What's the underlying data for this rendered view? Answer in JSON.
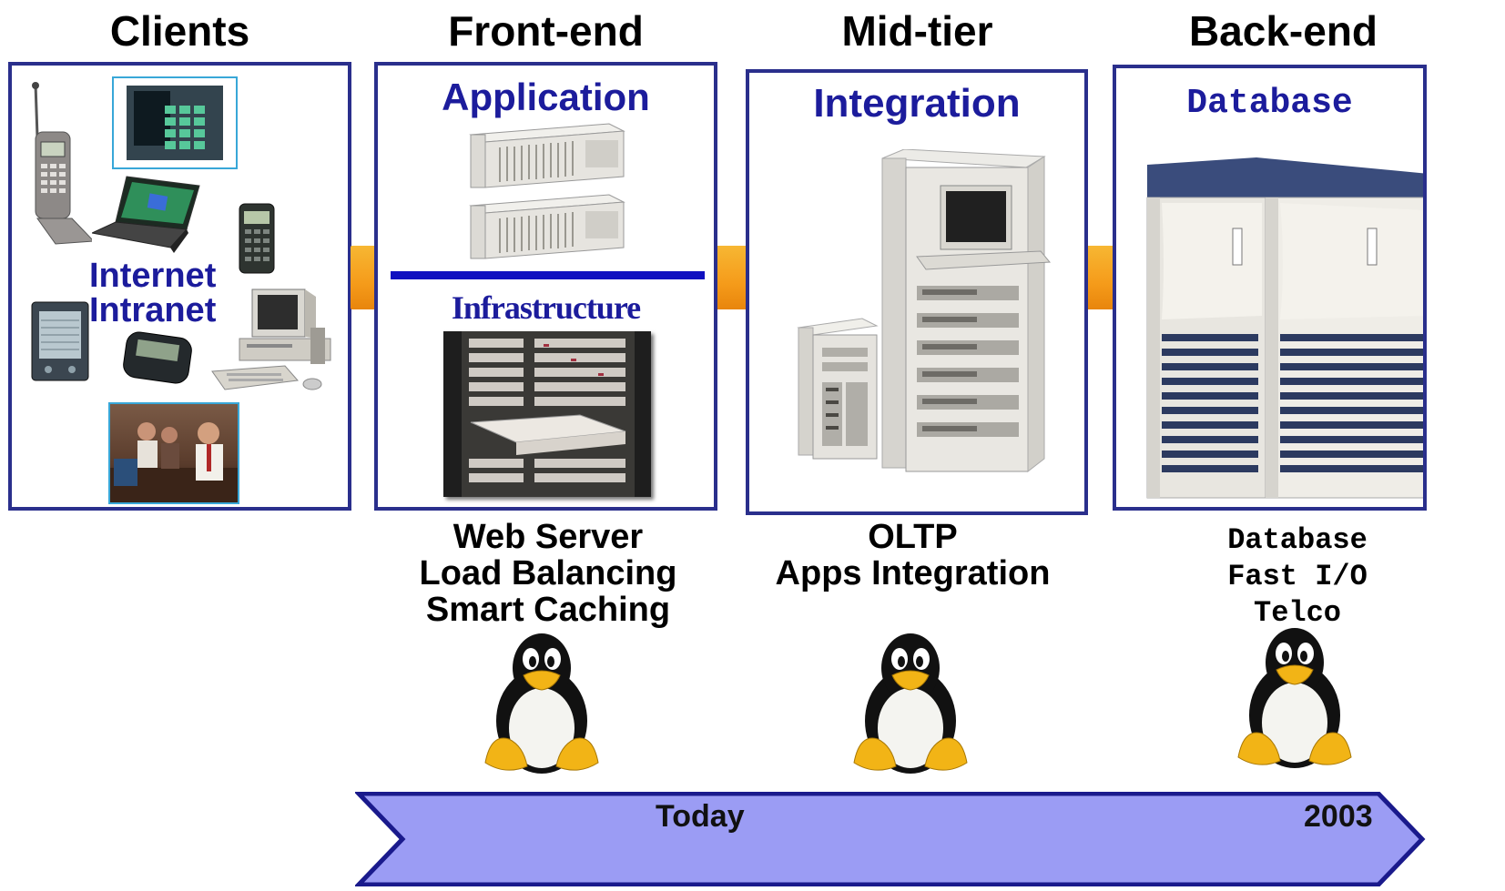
{
  "columns": {
    "clients": {
      "title": "Clients",
      "network_lines": [
        "Internet",
        "Intranet"
      ]
    },
    "frontend": {
      "title": "Front-end",
      "top_label": "Application",
      "bottom_label": "Infrastructure",
      "captions": [
        "Web Server",
        "Load Balancing",
        "Smart Caching"
      ]
    },
    "midtier": {
      "title": "Mid-tier",
      "panel_label": "Integration",
      "captions": [
        "OLTP",
        "Apps Integration"
      ]
    },
    "backend": {
      "title": "Back-end",
      "panel_label": "Database",
      "captions": [
        "Database",
        "Fast I/O",
        "Telco"
      ]
    }
  },
  "timeline": {
    "start_label": "Today",
    "end_label": "2003"
  },
  "colors": {
    "panel_border": "#2a2f8c",
    "panel_title": "#1c1c9c",
    "connector": "#f59b1a",
    "timeline_fill": "#9b9cf4",
    "timeline_border": "#1a1a8c"
  },
  "icons": [
    "tux-penguin-icon",
    "server-icon",
    "rack-icon",
    "phone-icon",
    "laptop-icon",
    "pager-icon",
    "desktop-icon"
  ]
}
